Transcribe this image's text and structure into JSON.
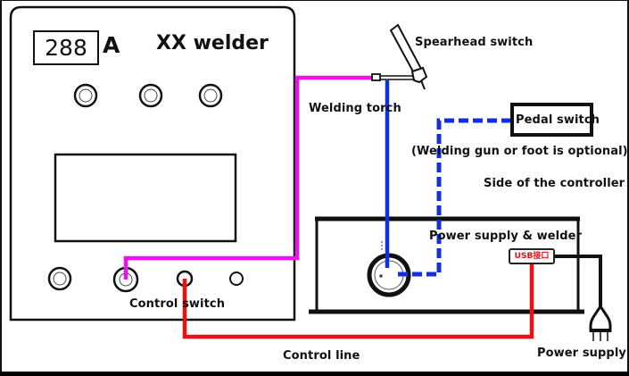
{
  "welder": {
    "title": "XX welder",
    "current_reading": "288",
    "current_unit": "A"
  },
  "labels": {
    "spearhead_switch": "Spearhead switch",
    "welding_torch": "Welding torch",
    "pedal_switch": "Pedal switch",
    "optional_note": "(Welding gun or foot is optional)",
    "controller_side": "Side of the controller",
    "power_supply_welder": "Power supply & welder",
    "usb_port": "USB接口",
    "control_switch": "Control switch",
    "control_line": "Control line",
    "power_supply": "Power supply"
  },
  "colors": {
    "welding_torch_wire": "#ee10ee",
    "torch_signal_wire": "#1030e0",
    "pedal_signal_wire": "#1030e0",
    "control_line_wire": "#ee1010",
    "power_cable": "#111111"
  }
}
